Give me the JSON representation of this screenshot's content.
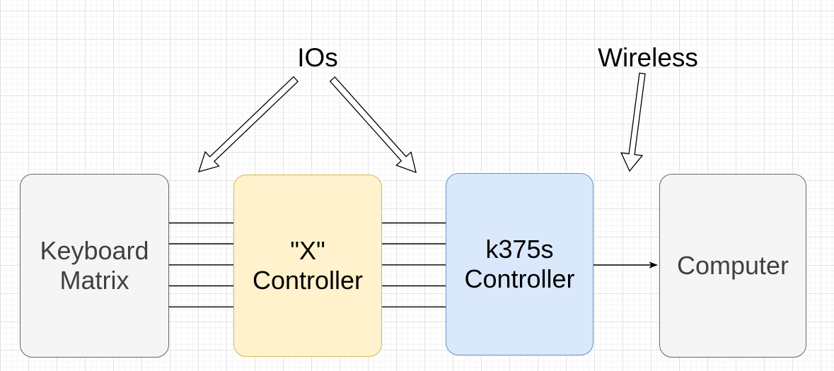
{
  "diagram": {
    "top_labels": {
      "ios": "IOs",
      "wireless": "Wireless"
    },
    "boxes": [
      {
        "id": "keyboard-matrix",
        "label": "Keyboard\nMatrix",
        "fill": "#f5f5f5",
        "stroke": "#666666",
        "text_color": "#404040"
      },
      {
        "id": "x-controller",
        "label": "\"X\"\nController",
        "fill": "#fff2cc",
        "stroke": "#d6b656",
        "text_color": "#000000"
      },
      {
        "id": "k375s-controller",
        "label": "k375s\nController",
        "fill": "#dae8fc",
        "stroke": "#6c8ebf",
        "text_color": "#000000"
      },
      {
        "id": "computer",
        "label": "Computer",
        "fill": "#f5f5f5",
        "stroke": "#666666",
        "text_color": "#404040"
      }
    ],
    "connections": [
      {
        "from": "Keyboard Matrix",
        "to": "\"X\" Controller",
        "type": "bus",
        "line_count": 5
      },
      {
        "from": "\"X\" Controller",
        "to": "k375s Controller",
        "type": "bus",
        "line_count": 5
      },
      {
        "from": "k375s Controller",
        "to": "Computer",
        "type": "arrow",
        "line_count": 1
      }
    ],
    "annotations": [
      {
        "label": "IOs",
        "points_to": "bus lines"
      },
      {
        "label": "Wireless",
        "points_to": "arrow to Computer"
      }
    ],
    "colors": {
      "connector_line": "#000000",
      "annotation_arrow_fill": "#ffffff",
      "annotation_arrow_stroke": "#000000"
    }
  }
}
